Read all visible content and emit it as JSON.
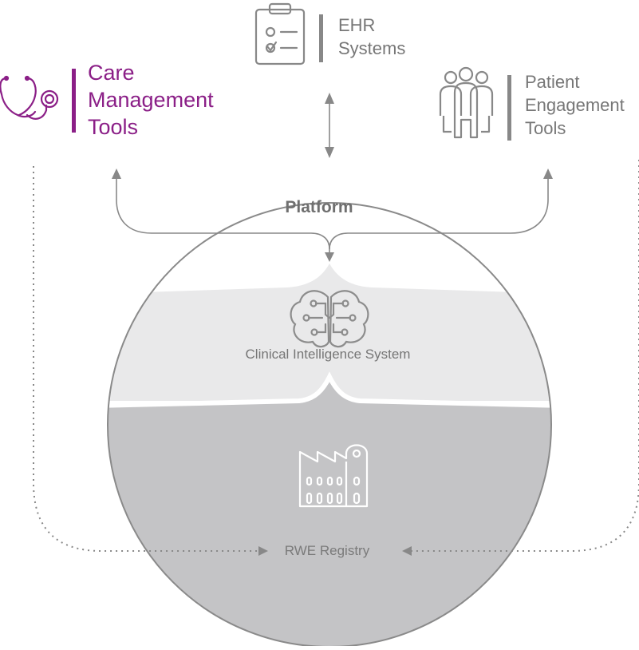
{
  "nodes": {
    "care": {
      "lines": [
        "Care",
        "Management",
        "Tools"
      ],
      "icon": "stethoscope-icon",
      "color": "#8b1f87"
    },
    "ehr": {
      "lines": [
        "EHR",
        "Systems"
      ],
      "icon": "checklist-icon",
      "color": "#777777"
    },
    "patient": {
      "lines": [
        "Patient",
        "Engagement",
        "Tools"
      ],
      "icon": "people-group-icon",
      "color": "#777777"
    }
  },
  "platform": {
    "label": "Platform"
  },
  "clinical": {
    "label": "Clinical Intelligence System",
    "icon": "brain-circuit-icon"
  },
  "registry": {
    "label": "RWE Registry",
    "icon": "factory-icon"
  },
  "colors": {
    "arrow": "#888888",
    "outline": "#8a8a8a",
    "light_band": "#e9e9ea",
    "dark_band": "#c4c4c6"
  }
}
